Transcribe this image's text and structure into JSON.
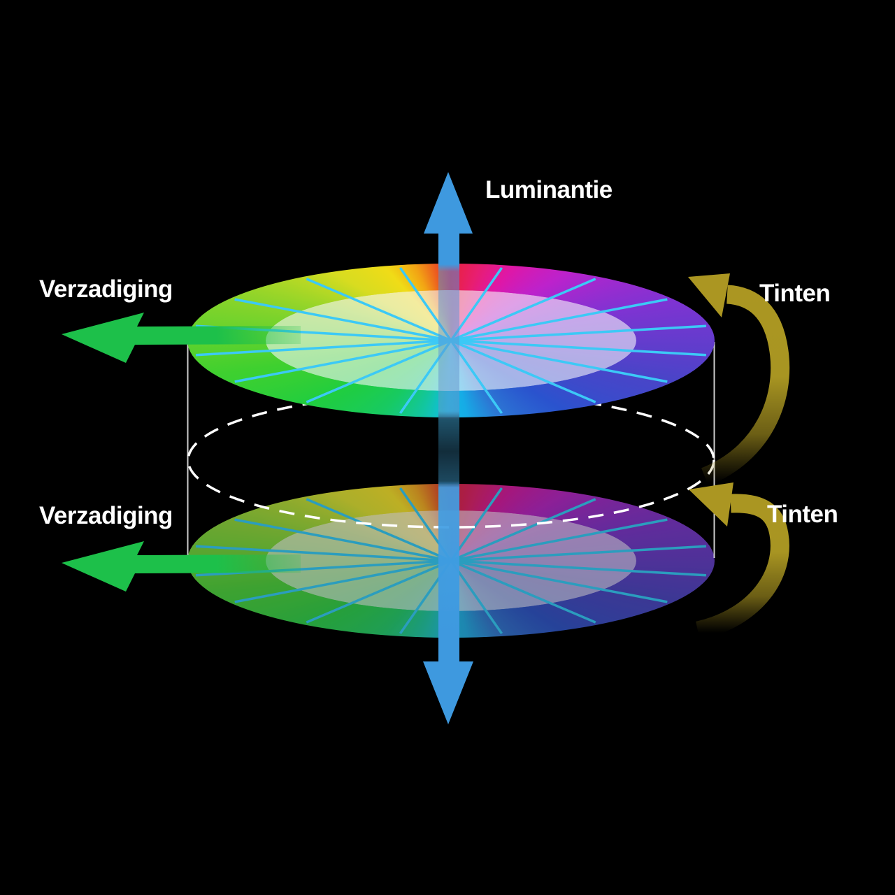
{
  "diagram": {
    "title": "HSL color cylinder diagram",
    "labels": {
      "luminance": "Luminantie",
      "saturation": "Verzadiging",
      "hue": "Tinten"
    },
    "colors": {
      "background": "#000000",
      "label_text": "#FFFFFF",
      "luminance_arrow": "#3E99DF",
      "saturation_arrow": "#1DC04A",
      "hue_arrow": "#AB9622",
      "top_wheel_spokes": "#3CC9F6",
      "bottom_wheel_spokes": "#2B9DBE",
      "dashed_midplane": "#FFFFFF",
      "cylinder_side_lines": "#FFFFFF"
    },
    "wheel_hue_stops": [
      {
        "angle": 0,
        "color": "#E8213D"
      },
      {
        "angle": 20,
        "color": "#E81E6E"
      },
      {
        "angle": 40,
        "color": "#DF17A6"
      },
      {
        "angle": 60,
        "color": "#BC22CC"
      },
      {
        "angle": 80,
        "color": "#7F33D2"
      },
      {
        "angle": 100,
        "color": "#4A44C8"
      },
      {
        "angle": 122,
        "color": "#2A53CE"
      },
      {
        "angle": 148,
        "color": "#2C78D4"
      },
      {
        "angle": 168,
        "color": "#16ABE6"
      },
      {
        "angle": 182,
        "color": "#10BCE8"
      },
      {
        "angle": 202,
        "color": "#12C6A0"
      },
      {
        "angle": 224,
        "color": "#17CA62"
      },
      {
        "angle": 246,
        "color": "#20CD3F"
      },
      {
        "angle": 262,
        "color": "#3FD02F"
      },
      {
        "angle": 282,
        "color": "#8ED42A"
      },
      {
        "angle": 300,
        "color": "#D8DC20"
      },
      {
        "angle": 318,
        "color": "#F0DC17"
      },
      {
        "angle": 334,
        "color": "#F2A414"
      },
      {
        "angle": 348,
        "color": "#EC5A20"
      },
      {
        "angle": 360,
        "color": "#E8213D"
      }
    ],
    "spoke_count": 16
  }
}
